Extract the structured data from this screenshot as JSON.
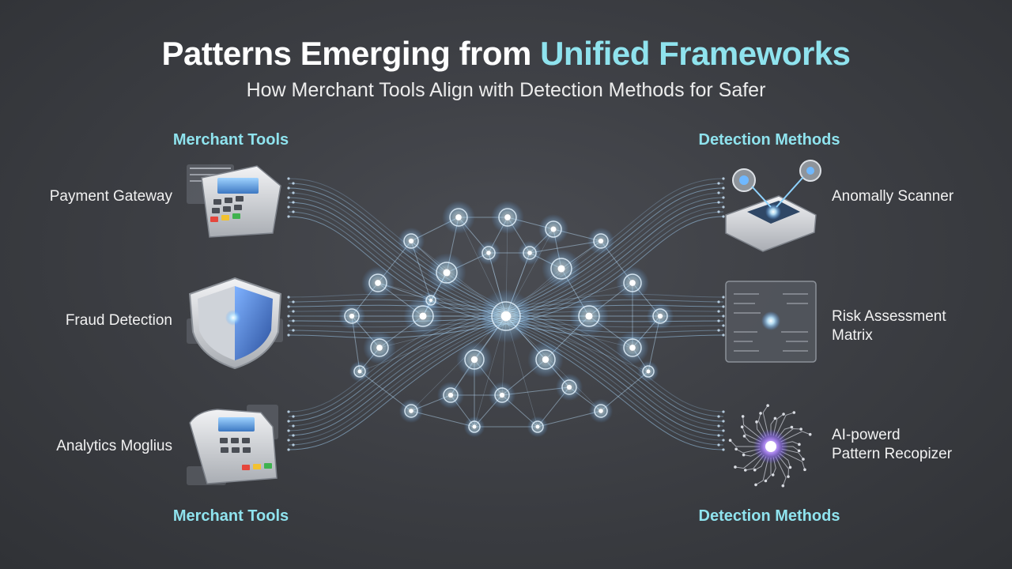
{
  "header": {
    "title_main": "Patterns Emerging from ",
    "title_accent": "Unified Frameworks",
    "subtitle": "How Merchant Tools Align with Detection Methods for Safer"
  },
  "left_column": {
    "heading_top": "Merchant Tools",
    "heading_bottom": "Merchant Tools",
    "items": [
      {
        "label": "Payment Gateway",
        "icon": "pos-terminal-icon"
      },
      {
        "label": "Fraud Detection",
        "icon": "shield-icon"
      },
      {
        "label": "Analytics Moglius",
        "icon": "card-terminal-icon"
      }
    ]
  },
  "right_column": {
    "heading_top": "Detection Methods",
    "heading_bottom": "Detection Methods",
    "items": [
      {
        "label": "Anomally Scanner",
        "icon": "scanner-icon"
      },
      {
        "label_line1": "Risk Assessment",
        "label_line2": "Matrix",
        "icon": "matrix-icon"
      },
      {
        "label_line1": "AI-powerd",
        "label_line2": "Pattern Recopizer",
        "icon": "ai-chip-icon"
      }
    ]
  },
  "colors": {
    "accent": "#8fe3ee",
    "background": "#3b3d42",
    "node_glow": "#bfe9ff",
    "ai_glow": "#b48cff"
  }
}
